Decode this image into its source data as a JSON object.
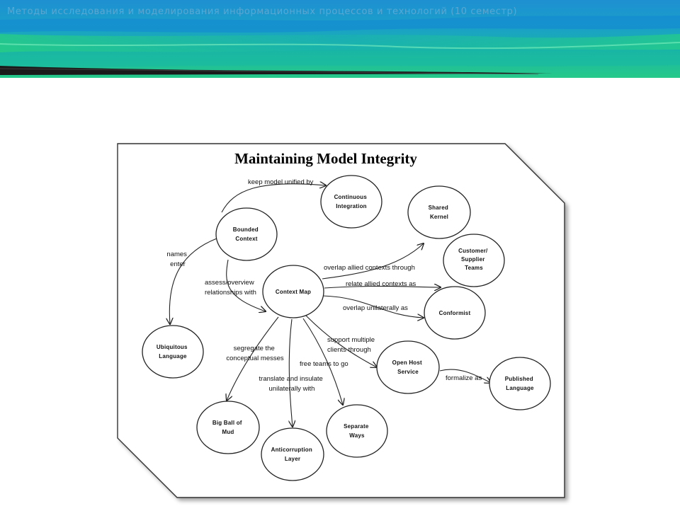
{
  "header": {
    "course_title": "Методы исследования и моделирования информационных процессов и технологий (10 семестр)"
  },
  "colors": {
    "banner_blue": "#1a8fcf",
    "banner_teal": "#17a99a",
    "banner_green": "#2fd27a",
    "banner_dark": "#1a1a1a"
  },
  "diagram": {
    "title": "Maintaining Model Integrity",
    "nodes": {
      "bounded_context": [
        "Bounded",
        "Context"
      ],
      "continuous_integration": [
        "Continuous",
        "Integration"
      ],
      "shared_kernel": [
        "Shared",
        "Kernel"
      ],
      "customer_supplier_teams": [
        "Customer/",
        "Supplier",
        "Teams"
      ],
      "context_map": [
        "Context Map"
      ],
      "conformist": [
        "Conformist"
      ],
      "ubiquitous_language": [
        "Ubiquitous",
        "Language"
      ],
      "open_host_service": [
        "Open Host",
        "Service"
      ],
      "published_language": [
        "Published",
        "Language"
      ],
      "big_ball_of_mud": [
        "Big Ball of",
        "Mud"
      ],
      "anticorruption_layer": [
        "Anticorruption",
        "Layer"
      ],
      "separate_ways": [
        "Separate",
        "Ways"
      ]
    },
    "edges": {
      "keep_unified": [
        "keep model unified by"
      ],
      "names_enter": [
        "names",
        "enter"
      ],
      "assess": [
        "assess/overview",
        "relationships with"
      ],
      "overlap_allied": [
        "overlap allied contexts through"
      ],
      "relate_allied": [
        "relate allied contexts as"
      ],
      "overlap_unilaterally": [
        "overlap unilaterally as"
      ],
      "support_multiple": [
        "support multiple",
        "clients through"
      ],
      "formalize": [
        "formalize as"
      ],
      "segregate": [
        "segregate the",
        "conceptual messes"
      ],
      "free_teams": [
        "free teams to go"
      ],
      "translate": [
        "translate and insulate",
        "unilaterally with"
      ]
    }
  }
}
